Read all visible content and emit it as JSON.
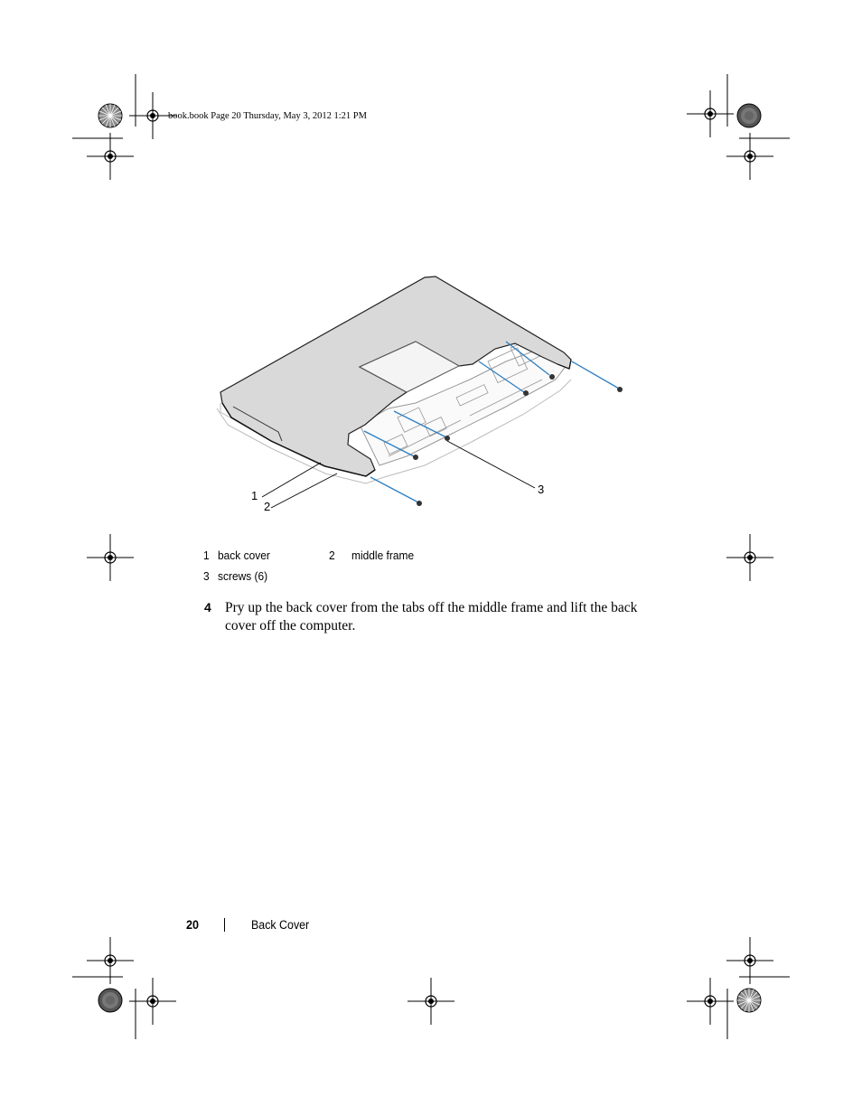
{
  "slug": "book.book  Page 20  Thursday, May 3, 2012  1:21 PM",
  "callouts": [
    "1",
    "2",
    "3"
  ],
  "legend": [
    {
      "num": "1",
      "label": "back cover"
    },
    {
      "num": "2",
      "label": "middle frame"
    },
    {
      "num": "3",
      "label": "screws (6)"
    }
  ],
  "step": {
    "number": "4",
    "text": "Pry up the back cover from the tabs off the middle frame and lift the back cover off the computer."
  },
  "footer": {
    "page_number": "20",
    "section": "Back Cover"
  },
  "colors": {
    "cover_fill": "#d9d9d9",
    "screw_arrow": "#2f7fc1"
  }
}
